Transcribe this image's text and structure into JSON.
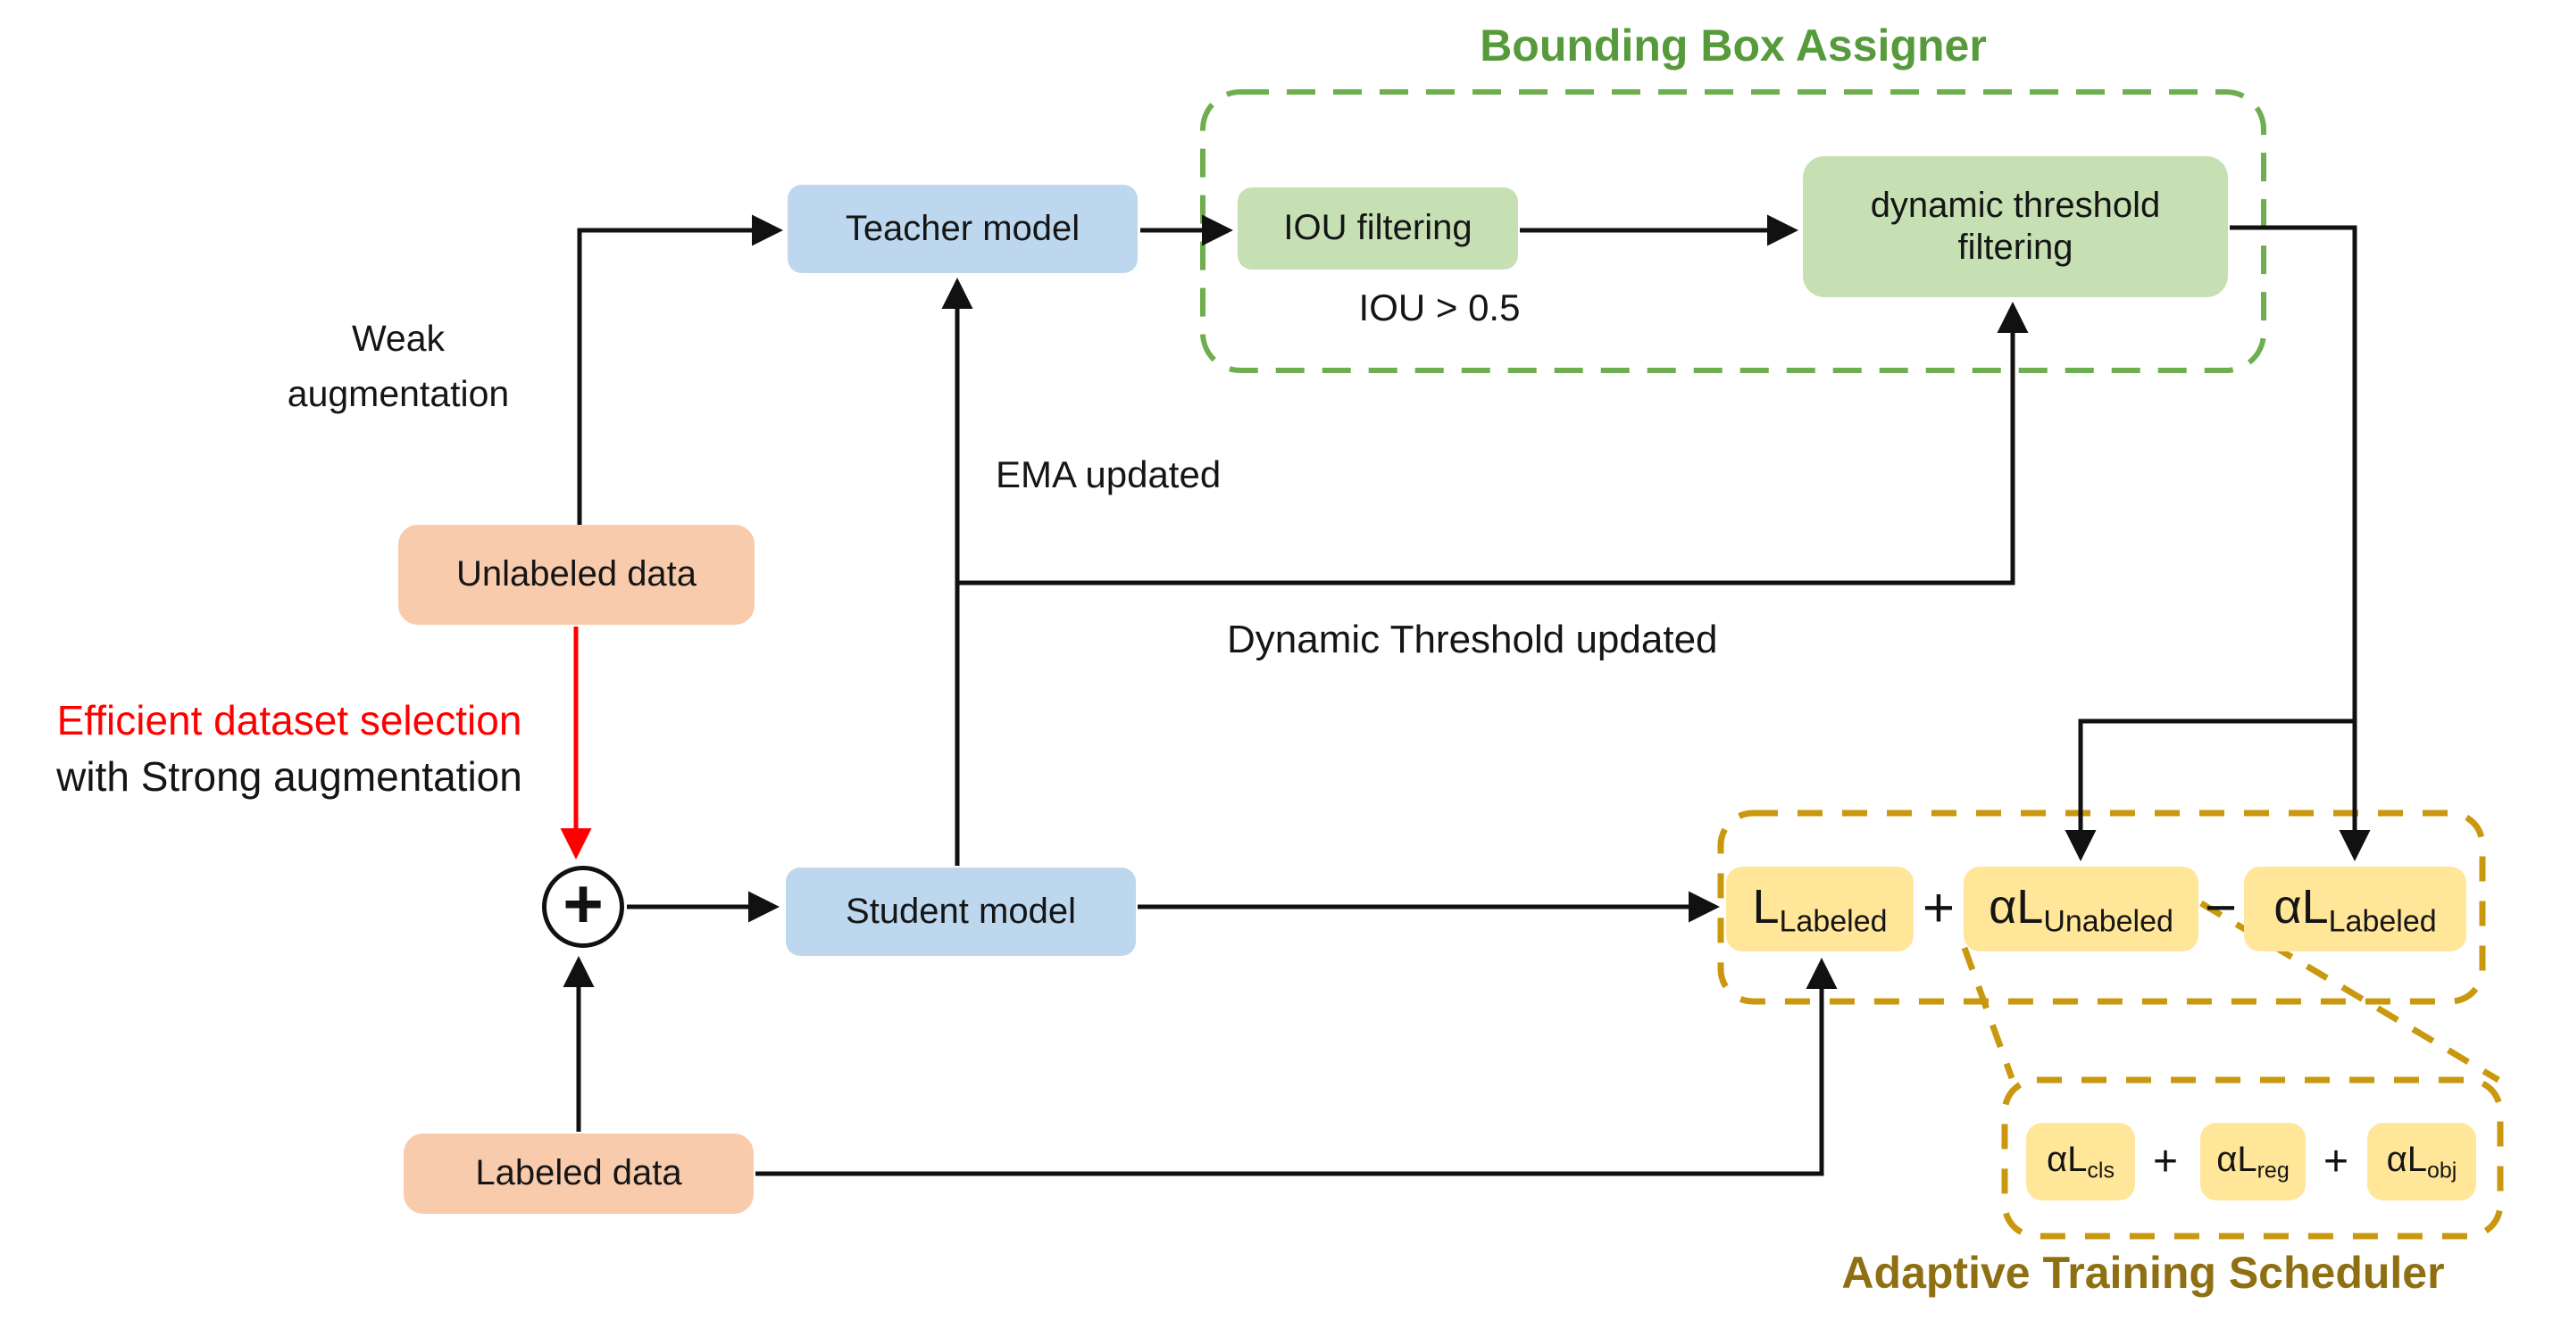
{
  "diagram": {
    "groups": {
      "bounding_box_assigner": {
        "title": "Bounding Box Assigner"
      },
      "adaptive_training_scheduler": {
        "title": "Adaptive Training Scheduler"
      }
    },
    "nodes": {
      "teacher_model": "Teacher model",
      "student_model": "Student model",
      "unlabeled_data": "Unlabeled data",
      "labeled_data": "Labeled data",
      "iou_filtering": "IOU filtering",
      "dynamic_threshold_filtering": "dynamic threshold filtering"
    },
    "loss_terms": {
      "l_labeled": {
        "base": "L",
        "sub": "Labeled"
      },
      "al_unlabeled": {
        "base": "αL",
        "sub": "Unabeled"
      },
      "al_labeled": {
        "base": "αL",
        "sub": "Labeled"
      },
      "al_cls": {
        "base": "αL",
        "sub": "cls"
      },
      "al_reg": {
        "base": "αL",
        "sub": "reg"
      },
      "al_obj": {
        "base": "αL",
        "sub": "obj"
      }
    },
    "operators": {
      "plus": "+",
      "minus": "−",
      "sum_symbol": "+"
    },
    "labels": {
      "weak_aug_line1": "Weak",
      "weak_aug_line2": "augmentation",
      "iou_condition": "IOU > 0.5",
      "ema_updated": "EMA updated",
      "dynamic_threshold_updated": "Dynamic Threshold updated",
      "efficient_selection": "Efficient dataset selection",
      "strong_augmentation": "with Strong augmentation"
    }
  },
  "colors": {
    "blue_fill": "#BDD7EE",
    "green_fill": "#C6E0B4",
    "orange_fill": "#F8CBAD",
    "yellow_fill": "#FFE699",
    "green_dash": "#6FAE4E",
    "green_title": "#579A3B",
    "gold_dash": "#C9980F",
    "gold_title": "#8E6F12",
    "red_accent": "#FF0000",
    "line_black": "#111111"
  }
}
